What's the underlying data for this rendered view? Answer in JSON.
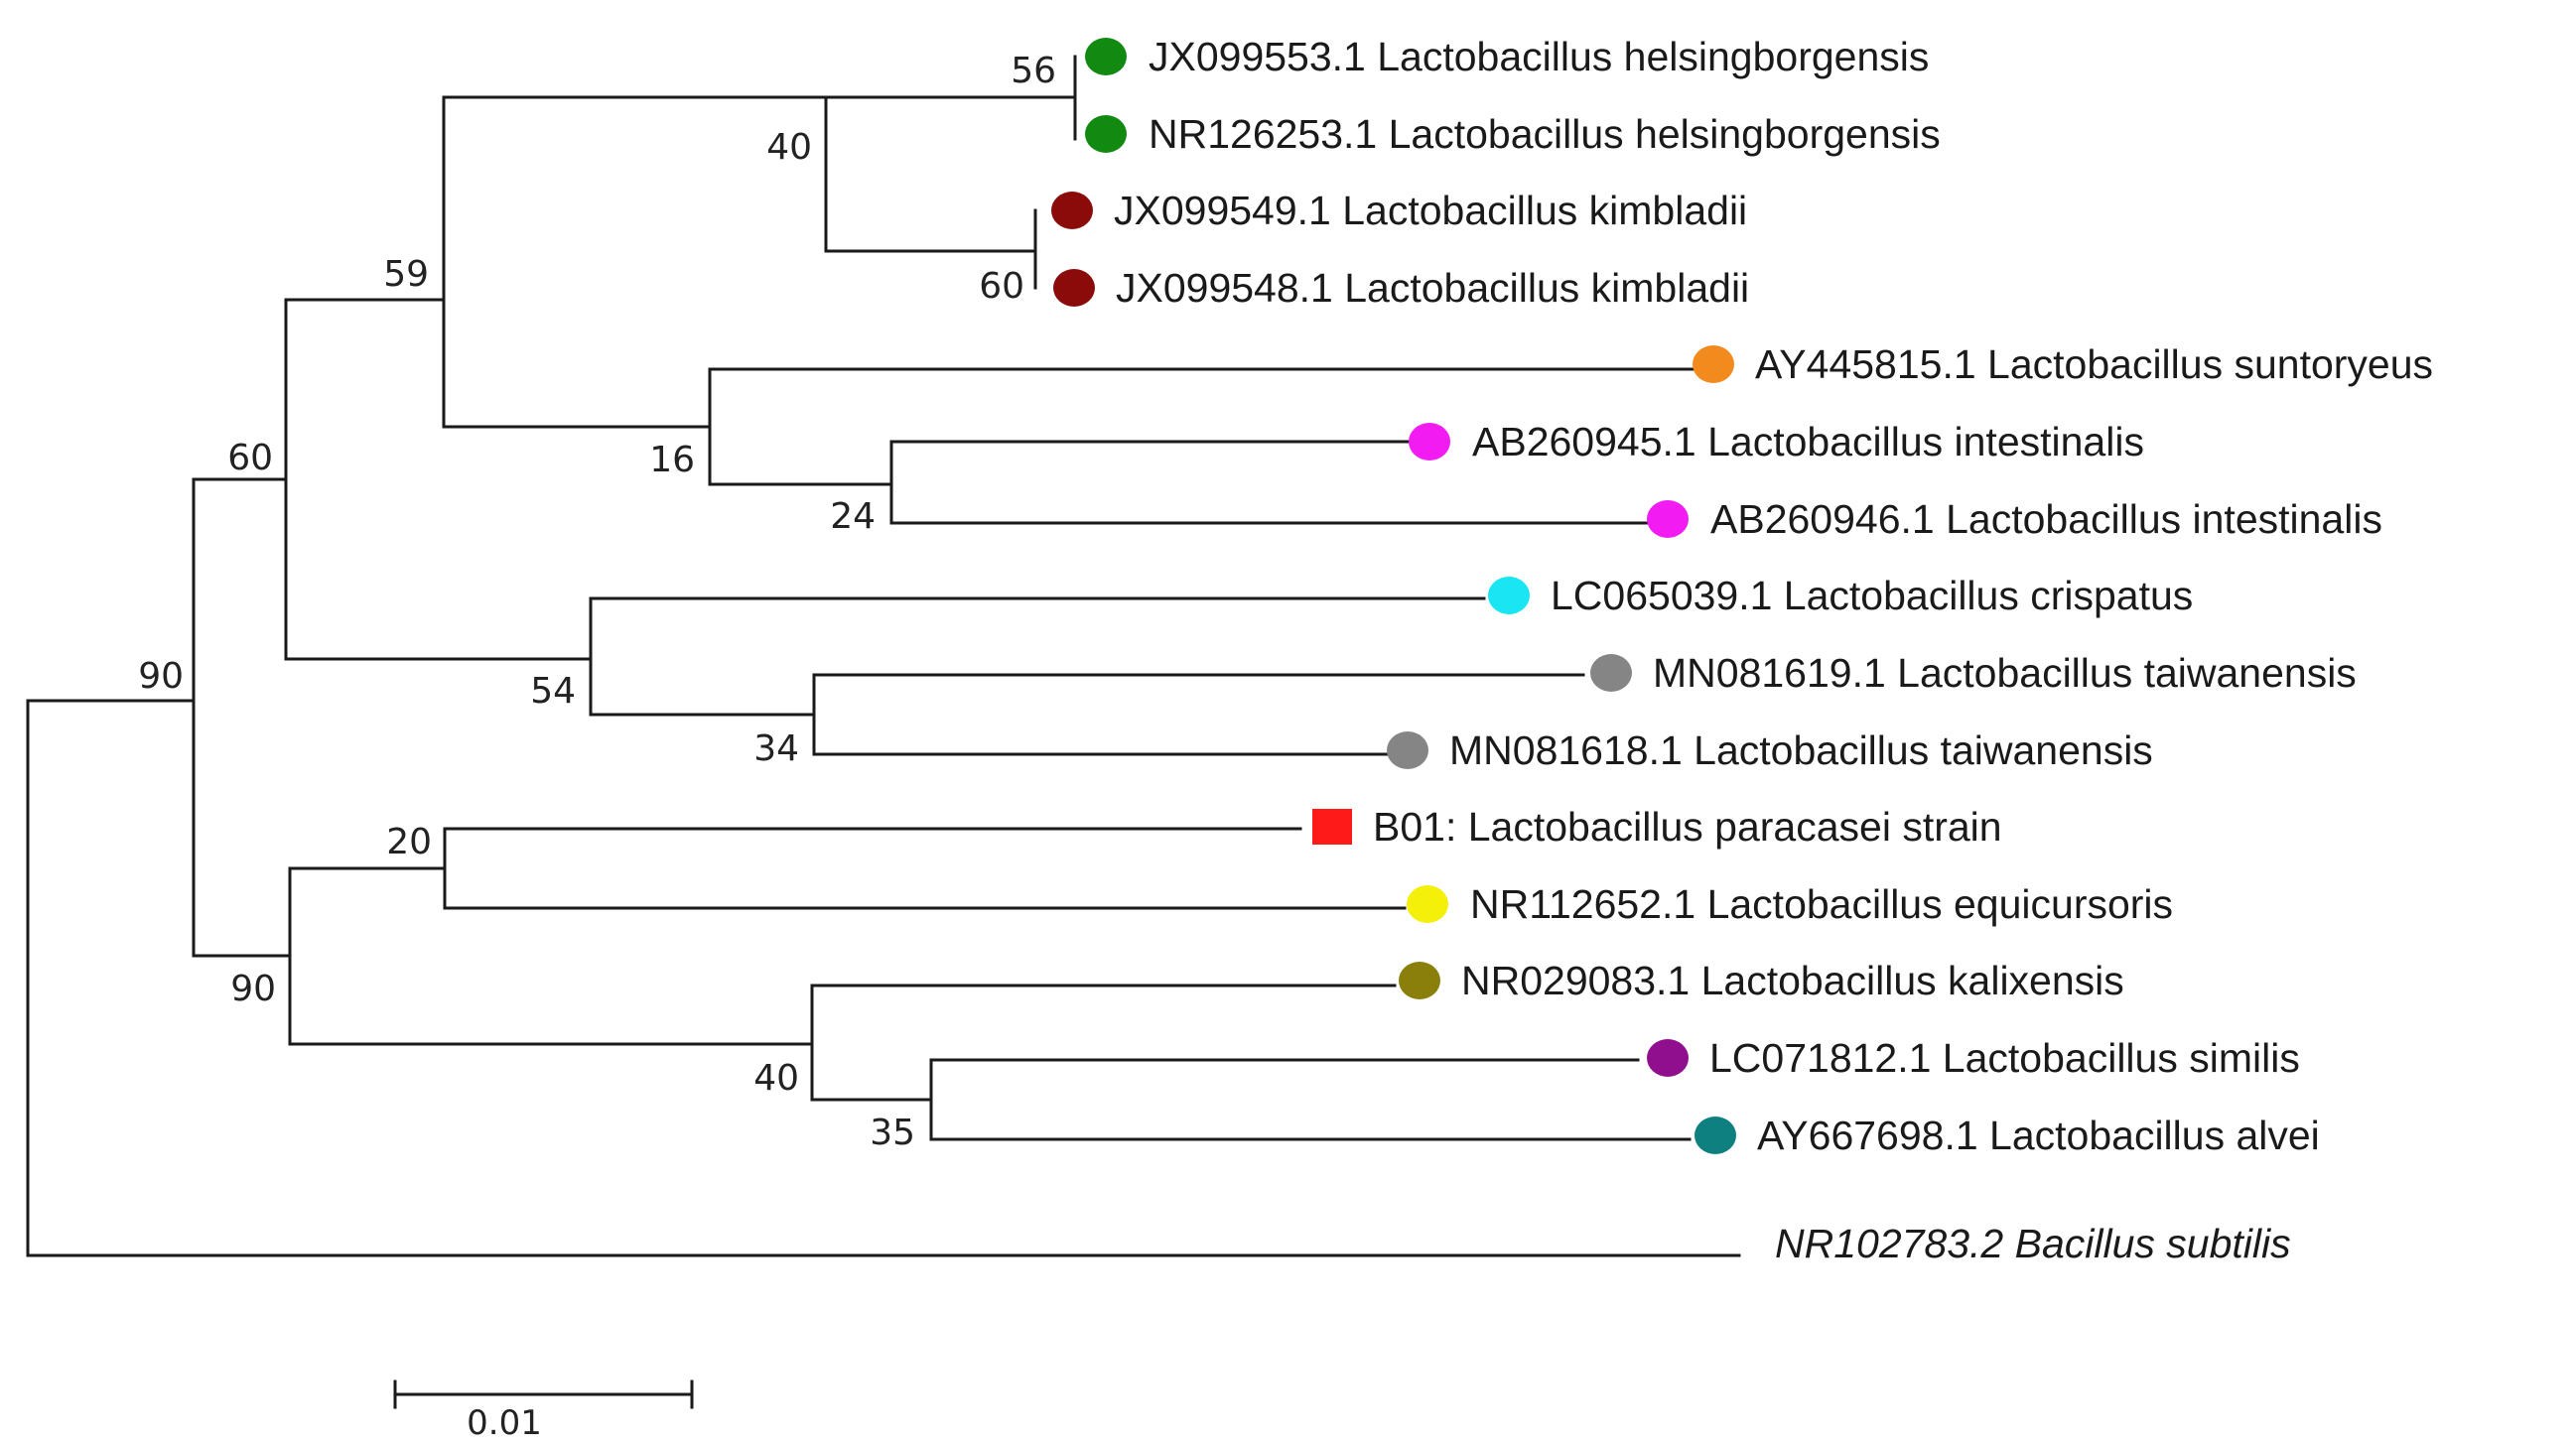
{
  "taxa": [
    {
      "label": "JX099553.1 Lactobacillus helsingborgensis",
      "marker": "circle",
      "color": "#128a12"
    },
    {
      "label": "NR126253.1 Lactobacillus helsingborgensis",
      "marker": "circle",
      "color": "#128a12"
    },
    {
      "label": "JX099549.1 Lactobacillus kimbladii",
      "marker": "circle",
      "color": "#8b0b0b"
    },
    {
      "label": "JX099548.1 Lactobacillus kimbladii",
      "marker": "circle",
      "color": "#8b0b0b"
    },
    {
      "label": "AY445815.1 Lactobacillus suntoryeus",
      "marker": "circle",
      "color": "#f28a1e"
    },
    {
      "label": "AB260945.1 Lactobacillus intestinalis",
      "marker": "circle",
      "color": "#f21cf2"
    },
    {
      "label": "AB260946.1 Lactobacillus intestinalis",
      "marker": "circle",
      "color": "#f21cf2"
    },
    {
      "label": "LC065039.1 Lactobacillus crispatus",
      "marker": "circle",
      "color": "#19e6f2"
    },
    {
      "label": "MN081619.1 Lactobacillus taiwanensis",
      "marker": "circle",
      "color": "#858585"
    },
    {
      "label": "MN081618.1 Lactobacillus taiwanensis",
      "marker": "circle",
      "color": "#858585"
    },
    {
      "label": "B01: Lactobacillus paracasei strain",
      "marker": "square",
      "color": "#ff1a1a"
    },
    {
      "label": "NR112652.1 Lactobacillus equicursoris",
      "marker": "circle",
      "color": "#f5f00a"
    },
    {
      "label": "NR029083.1 Lactobacillus kalixensis",
      "marker": "circle",
      "color": "#8a7f0b"
    },
    {
      "label": "LC071812.1 Lactobacillus similis",
      "marker": "circle",
      "color": "#8f0f8f"
    },
    {
      "label": "AY667698.1 Lactobacillus alvei",
      "marker": "circle",
      "color": "#0f8080"
    },
    {
      "label": "NR102783.2 Bacillus subtilis",
      "marker": "none",
      "color": "#1a1a1a",
      "italic": true
    }
  ],
  "bootstrap_values": [
    "56",
    "40",
    "60",
    "59",
    "16",
    "24",
    "60",
    "54",
    "34",
    "90",
    "20",
    "90",
    "40",
    "35"
  ],
  "scale_bar": {
    "label": "0.01"
  }
}
